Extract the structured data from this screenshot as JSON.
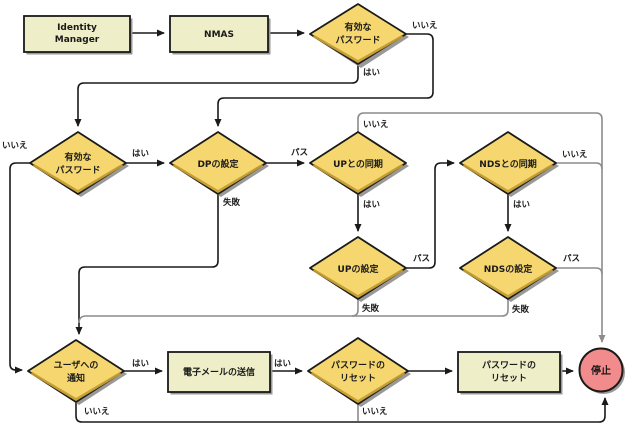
{
  "title": "Password synchronization flowchart",
  "colors": {
    "background": "#ffffff",
    "process_box_fill": "#EEEEC8",
    "decision_diamond_fill": "#F6D76F",
    "diamond_bevel": "#C49E33",
    "stop_circle_fill": "#F28B8B",
    "line_black": "#1a1a1a",
    "line_gray": "#8c8c8c",
    "shadow": "#999999"
  },
  "nodes": {
    "identity_manager": {
      "line1": "Identity",
      "line2": "Manager"
    },
    "nmas": {
      "label": "NMAS"
    },
    "valid_password_top": {
      "line1": "有効な",
      "line2": "パスワード"
    },
    "valid_password_left": {
      "line1": "有効な",
      "line2": "パスワード"
    },
    "dp_settings": {
      "label": "DPの設定"
    },
    "up_sync": {
      "label": "UPとの同期"
    },
    "nds_sync": {
      "label": "NDSとの同期"
    },
    "up_settings": {
      "label": "UPの設定"
    },
    "nds_settings": {
      "label": "NDSの設定"
    },
    "user_notification": {
      "line1": "ユーザへの",
      "line2": "通知"
    },
    "send_email": {
      "label": "電子メールの送信"
    },
    "password_reset_decision": {
      "line1": "パスワードの",
      "line2": "リセット"
    },
    "password_reset_process": {
      "line1": "パスワードの",
      "line2": "リセット"
    },
    "stop": {
      "label": "停止"
    }
  },
  "edge_labels": {
    "yes": "はい",
    "no": "いいえ",
    "pass": "パス",
    "fail": "失敗"
  }
}
